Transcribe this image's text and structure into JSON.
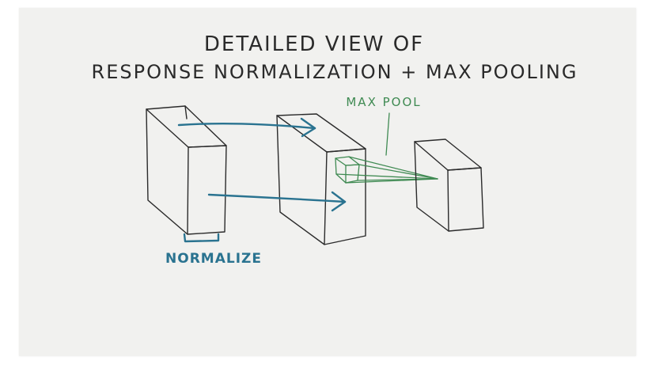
{
  "title": {
    "line1": "DETAILED VIEW OF",
    "line2": "RESPONSE NORMALIZATION + MAX POOLING"
  },
  "labels": {
    "normalize": "NORMALIZE",
    "max_pool": "MAX POOL"
  },
  "colors": {
    "ink": "#2b2b2b",
    "blue": "#2a7390",
    "green": "#3f8a52",
    "paper": "#f1f1ef"
  }
}
